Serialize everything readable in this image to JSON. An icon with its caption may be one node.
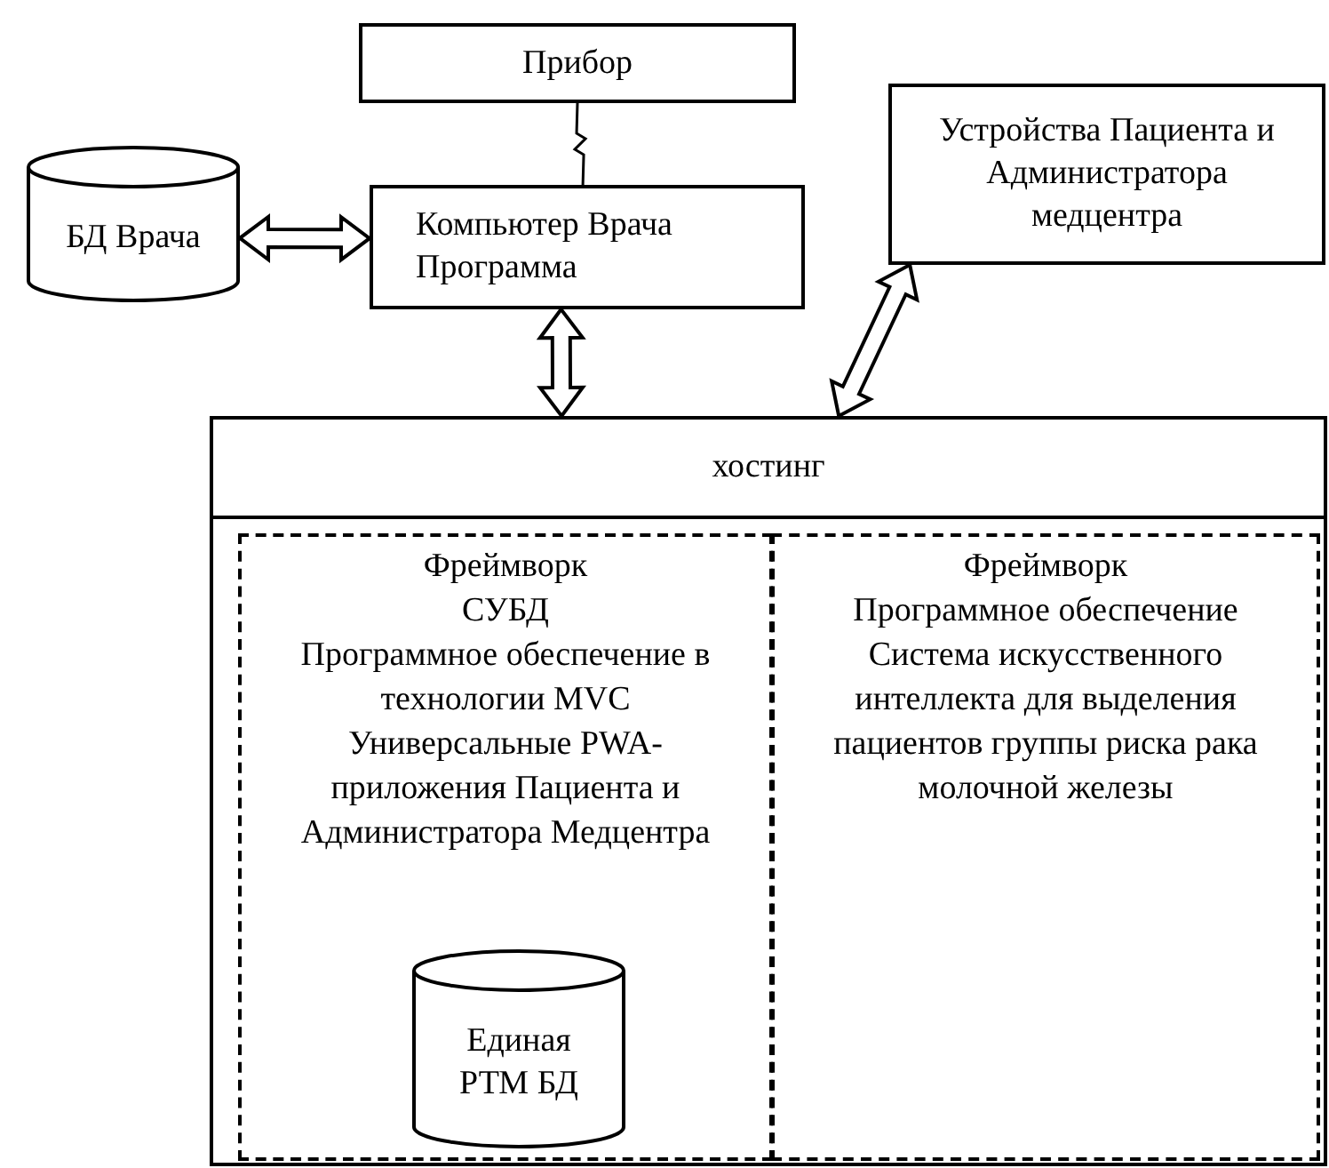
{
  "diagram": {
    "nodes": [
      {
        "text": [
          "Прибор"
        ]
      },
      {
        "text": [
          "БД Врача"
        ]
      },
      {
        "text": [
          "Компьютер Врача",
          "Программа"
        ]
      },
      {
        "text": [
          "Устройства Пациента и Администратора медцентра"
        ]
      },
      {
        "text": [
          "хостинг"
        ]
      },
      {
        "text": [
          "Фреймворк",
          "СУБД",
          "Программное обеспечение в технологии MVC",
          "Универсальные PWA-приложения Пациента и Администратора Медцентра"
        ],
        "in": 4
      },
      {
        "text": [
          "Фреймворк",
          "Программное обеспечение",
          "Система искусственного интеллекта для выделения пациентов группы риска рака молочной железы"
        ],
        "in": 4
      },
      {
        "text": [
          "Единая РТМ БД"
        ],
        "in": 5
      }
    ],
    "edges": [
      {
        "from": 0,
        "to": 2,
        "arrow": "none"
      },
      {
        "from": 1,
        "to": 2,
        "arrow": "both"
      },
      {
        "from": 2,
        "to": 4,
        "arrow": "both"
      },
      {
        "from": 3,
        "to": 4,
        "arrow": "both"
      }
    ]
  }
}
